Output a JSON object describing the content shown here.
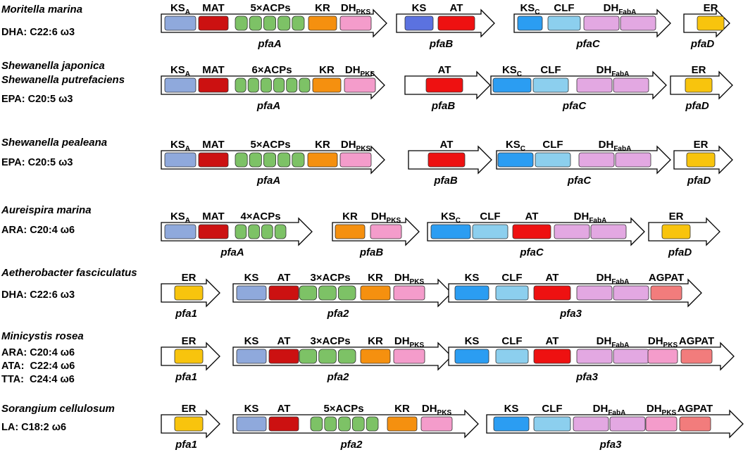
{
  "rows": [
    {
      "species": [
        "Moritella marina"
      ],
      "products": [
        "DHA: C22:6 ω3"
      ],
      "genes": [
        {
          "name": "pfaA",
          "domains": [
            {
              "label": "KS",
              "sub": "A",
              "color": "#8fa9dc"
            },
            {
              "label": "MAT",
              "sub": "",
              "color": "#cc1111"
            },
            {
              "label": "5×ACPs",
              "sub": "",
              "color": "#7dc266",
              "acp_count": 5
            },
            {
              "label": "KR",
              "sub": "",
              "color": "#f5900f"
            },
            {
              "label": "DH",
              "sub": "PKS",
              "color": "#f49ccb"
            }
          ]
        },
        {
          "name": "pfaB",
          "domains": [
            {
              "label": "KS",
              "sub": "",
              "color": "#5b72e0"
            },
            {
              "label": "AT",
              "sub": "",
              "color": "#ee1111"
            }
          ]
        },
        {
          "name": "pfaC",
          "domains": [
            {
              "label": "KS",
              "sub": "C",
              "color": "#2b9df2"
            },
            {
              "label": "CLF",
              "sub": "",
              "color": "#8ccfee"
            },
            {
              "label": "DH",
              "sub": "FabA",
              "color": "#e3a8e2",
              "double": true
            }
          ]
        },
        {
          "name": "pfaD",
          "domains": [
            {
              "label": "ER",
              "sub": "",
              "color": "#f8c40d"
            }
          ]
        }
      ]
    },
    {
      "species": [
        "Shewanella japonica",
        "Shewanella putrefaciens"
      ],
      "products": [
        "EPA: C20:5 ω3"
      ],
      "genes": [
        {
          "name": "pfaA",
          "domains": [
            {
              "label": "KS",
              "sub": "A",
              "color": "#8fa9dc"
            },
            {
              "label": "MAT",
              "sub": "",
              "color": "#cc1111"
            },
            {
              "label": "6×ACPs",
              "sub": "",
              "color": "#7dc266",
              "acp_count": 6
            },
            {
              "label": "KR",
              "sub": "",
              "color": "#f5900f"
            },
            {
              "label": "DH",
              "sub": "PKS",
              "color": "#f49ccb"
            }
          ]
        },
        {
          "name": "pfaB",
          "domains": [
            {
              "label": "AT",
              "sub": "",
              "color": "#ee1111"
            }
          ]
        },
        {
          "name": "pfaC",
          "domains": [
            {
              "label": "KS",
              "sub": "C",
              "color": "#2b9df2"
            },
            {
              "label": "CLF",
              "sub": "",
              "color": "#8ccfee"
            },
            {
              "label": "DH",
              "sub": "FabA",
              "color": "#e3a8e2",
              "double": true
            }
          ]
        },
        {
          "name": "pfaD",
          "domains": [
            {
              "label": "ER",
              "sub": "",
              "color": "#f8c40d"
            }
          ]
        }
      ]
    },
    {
      "species": [
        "Shewanella pealeana"
      ],
      "products": [
        "EPA: C20:5 ω3"
      ],
      "genes": [
        {
          "name": "pfaA",
          "domains": [
            {
              "label": "KS",
              "sub": "A",
              "color": "#8fa9dc"
            },
            {
              "label": "MAT",
              "sub": "",
              "color": "#cc1111"
            },
            {
              "label": "5×ACPs",
              "sub": "",
              "color": "#7dc266",
              "acp_count": 5
            },
            {
              "label": "KR",
              "sub": "",
              "color": "#f5900f"
            },
            {
              "label": "DH",
              "sub": "PKS",
              "color": "#f49ccb"
            }
          ]
        },
        {
          "name": "pfaB",
          "domains": [
            {
              "label": "AT",
              "sub": "",
              "color": "#ee1111"
            }
          ]
        },
        {
          "name": "pfaC",
          "domains": [
            {
              "label": "KS",
              "sub": "C",
              "color": "#2b9df2"
            },
            {
              "label": "CLF",
              "sub": "",
              "color": "#8ccfee"
            },
            {
              "label": "DH",
              "sub": "FabA",
              "color": "#e3a8e2",
              "double": true
            }
          ]
        },
        {
          "name": "pfaD",
          "domains": [
            {
              "label": "ER",
              "sub": "",
              "color": "#f8c40d"
            }
          ]
        }
      ]
    },
    {
      "species": [
        "Aureispira marina"
      ],
      "products": [
        "ARA: C20:4 ω6"
      ],
      "genes": [
        {
          "name": "pfaA",
          "domains": [
            {
              "label": "KS",
              "sub": "A",
              "color": "#8fa9dc"
            },
            {
              "label": "MAT",
              "sub": "",
              "color": "#cc1111"
            },
            {
              "label": "4×ACPs",
              "sub": "",
              "color": "#7dc266",
              "acp_count": 4
            }
          ]
        },
        {
          "name": "pfaB",
          "domains": [
            {
              "label": "KR",
              "sub": "",
              "color": "#f5900f"
            },
            {
              "label": "DH",
              "sub": "PKS",
              "color": "#f49ccb"
            }
          ]
        },
        {
          "name": "pfaC",
          "domains": [
            {
              "label": "KS",
              "sub": "C",
              "color": "#2b9df2"
            },
            {
              "label": "CLF",
              "sub": "",
              "color": "#8ccfee"
            },
            {
              "label": "AT",
              "sub": "",
              "color": "#ee1111"
            },
            {
              "label": "DH",
              "sub": "FabA",
              "color": "#e3a8e2",
              "double": true
            }
          ]
        },
        {
          "name": "pfaD",
          "domains": [
            {
              "label": "ER",
              "sub": "",
              "color": "#f8c40d"
            }
          ]
        }
      ]
    },
    {
      "species": [
        "Aetherobacter fasciculatus"
      ],
      "products": [
        "DHA: C22:6 ω3"
      ],
      "genes": [
        {
          "name": "pfa1",
          "domains": [
            {
              "label": "ER",
              "sub": "",
              "color": "#f8c40d"
            }
          ]
        },
        {
          "name": "pfa2",
          "domains": [
            {
              "label": "KS",
              "sub": "",
              "color": "#8fa9dc"
            },
            {
              "label": "AT",
              "sub": "",
              "color": "#cc1111"
            },
            {
              "label": "3×ACPs",
              "sub": "",
              "color": "#7dc266",
              "acp_count": 3
            },
            {
              "label": "KR",
              "sub": "",
              "color": "#f5900f"
            },
            {
              "label": "DH",
              "sub": "PKS",
              "color": "#f49ccb"
            }
          ]
        },
        {
          "name": "pfa3",
          "domains": [
            {
              "label": "KS",
              "sub": "",
              "color": "#2b9df2"
            },
            {
              "label": "CLF",
              "sub": "",
              "color": "#8ccfee"
            },
            {
              "label": "AT",
              "sub": "",
              "color": "#ee1111"
            },
            {
              "label": "DH",
              "sub": "FabA",
              "color": "#e3a8e2",
              "double": true
            },
            {
              "label": "AGPAT",
              "sub": "",
              "color": "#f27c7c"
            }
          ]
        }
      ]
    },
    {
      "species": [
        "Minicystis rosea"
      ],
      "products": [
        "ARA: C20:4 ω6",
        "ATA:  C22:4 ω6",
        "TTA:  C24:4 ω6"
      ],
      "genes": [
        {
          "name": "pfa1",
          "domains": [
            {
              "label": "ER",
              "sub": "",
              "color": "#f8c40d"
            }
          ]
        },
        {
          "name": "pfa2",
          "domains": [
            {
              "label": "KS",
              "sub": "",
              "color": "#8fa9dc"
            },
            {
              "label": "AT",
              "sub": "",
              "color": "#cc1111"
            },
            {
              "label": "3×ACPs",
              "sub": "",
              "color": "#7dc266",
              "acp_count": 3
            },
            {
              "label": "KR",
              "sub": "",
              "color": "#f5900f"
            },
            {
              "label": "DH",
              "sub": "PKS",
              "color": "#f49ccb"
            }
          ]
        },
        {
          "name": "pfa3",
          "domains": [
            {
              "label": "KS",
              "sub": "",
              "color": "#2b9df2"
            },
            {
              "label": "CLF",
              "sub": "",
              "color": "#8ccfee"
            },
            {
              "label": "AT",
              "sub": "",
              "color": "#ee1111"
            },
            {
              "label": "DH",
              "sub": "FabA",
              "color": "#e3a8e2",
              "double": true
            },
            {
              "label": "DH",
              "sub": "PKS",
              "color": "#f49ccb"
            },
            {
              "label": "AGPAT",
              "sub": "",
              "color": "#f27c7c"
            }
          ]
        }
      ]
    },
    {
      "species": [
        "Sorangium cellulosum"
      ],
      "products": [
        "LA: C18:2 ω6"
      ],
      "genes": [
        {
          "name": "pfa1",
          "domains": [
            {
              "label": "ER",
              "sub": "",
              "color": "#f8c40d"
            }
          ]
        },
        {
          "name": "pfa2",
          "domains": [
            {
              "label": "KS",
              "sub": "",
              "color": "#8fa9dc"
            },
            {
              "label": "AT",
              "sub": "",
              "color": "#cc1111"
            },
            {
              "label": "5×ACPs",
              "sub": "",
              "color": "#7dc266",
              "acp_count": 5
            },
            {
              "label": "KR",
              "sub": "",
              "color": "#f5900f"
            },
            {
              "label": "DH",
              "sub": "PKS",
              "color": "#f49ccb"
            }
          ]
        },
        {
          "name": "pfa3",
          "domains": [
            {
              "label": "KS",
              "sub": "",
              "color": "#2b9df2"
            },
            {
              "label": "CLF",
              "sub": "",
              "color": "#8ccfee"
            },
            {
              "label": "DH",
              "sub": "FabA",
              "color": "#e3a8e2",
              "double": true
            },
            {
              "label": "DH",
              "sub": "PKS",
              "color": "#f49ccb"
            },
            {
              "label": "AGPAT",
              "sub": "",
              "color": "#f27c7c"
            }
          ]
        }
      ]
    }
  ]
}
